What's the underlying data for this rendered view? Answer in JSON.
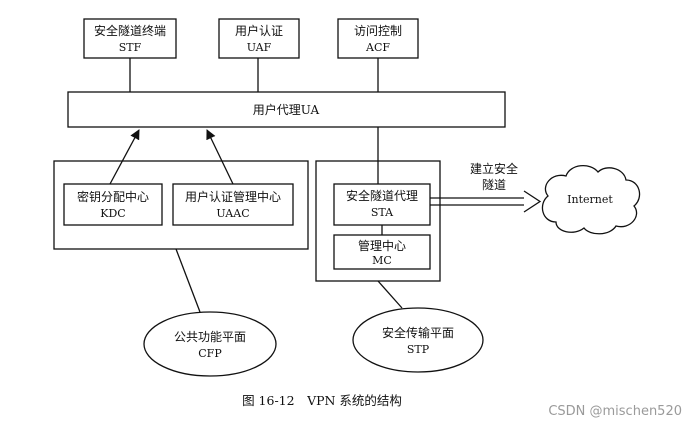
{
  "diagram": {
    "top_modules": [
      {
        "label": "安全隧道终端",
        "abbr": "STF"
      },
      {
        "label": "用户认证",
        "abbr": "UAF"
      },
      {
        "label": "访问控制",
        "abbr": "ACF"
      }
    ],
    "user_agent": "用户代理UA",
    "kdc": {
      "label": "密钥分配中心",
      "abbr": "KDC"
    },
    "uaac": {
      "label": "用户认证管理中心",
      "abbr": "UAAC"
    },
    "sta": {
      "label": "安全隧道代理",
      "abbr": "STA"
    },
    "mc": {
      "label": "管理中心",
      "abbr": "MC"
    },
    "tunnel_label_line1": "建立安全",
    "tunnel_label_line2": "隧道",
    "internet": "Internet",
    "cfp": {
      "label": "公共功能平面",
      "abbr": "CFP"
    },
    "stp": {
      "label": "安全传输平面",
      "abbr": "STP"
    }
  },
  "caption": "图 16-12　VPN 系统的结构",
  "watermark": "CSDN @mischen520"
}
